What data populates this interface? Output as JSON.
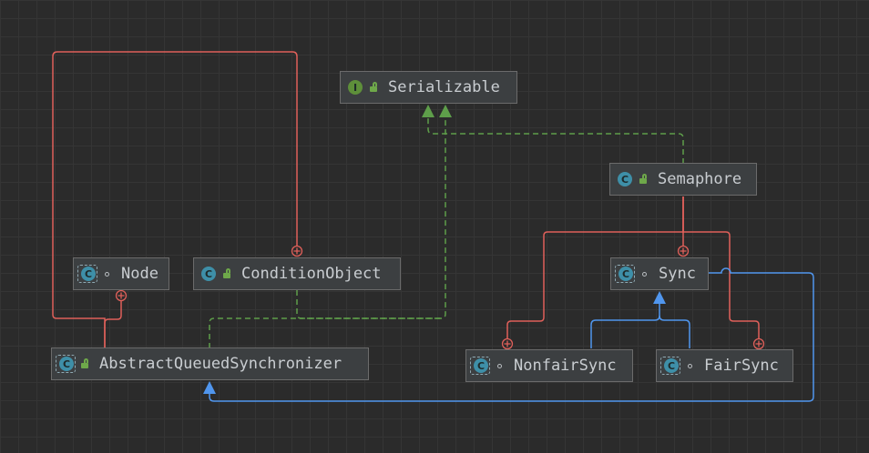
{
  "nodes": {
    "serializable": {
      "name": "Serializable",
      "kind": "interface",
      "visibility": "public"
    },
    "semaphore": {
      "name": "Semaphore",
      "kind": "class",
      "visibility": "public"
    },
    "node": {
      "name": "Node",
      "kind": "class",
      "visibility": "package"
    },
    "condition_object": {
      "name": "ConditionObject",
      "kind": "class",
      "visibility": "public"
    },
    "sync": {
      "name": "Sync",
      "kind": "abstract-class",
      "visibility": "package"
    },
    "aqs": {
      "name": "AbstractQueuedSynchronizer",
      "kind": "abstract-class",
      "visibility": "public"
    },
    "nonfair_sync": {
      "name": "NonfairSync",
      "kind": "class",
      "visibility": "package"
    },
    "fair_sync": {
      "name": "FairSync",
      "kind": "class",
      "visibility": "package"
    }
  },
  "kind_letters": {
    "interface": "I",
    "class": "C"
  },
  "colors": {
    "background": "#2b2b2b",
    "inner_class_edge": "#e0605a",
    "implements_edge": "#5e9e4a",
    "extends_edge": "#5096ee"
  }
}
